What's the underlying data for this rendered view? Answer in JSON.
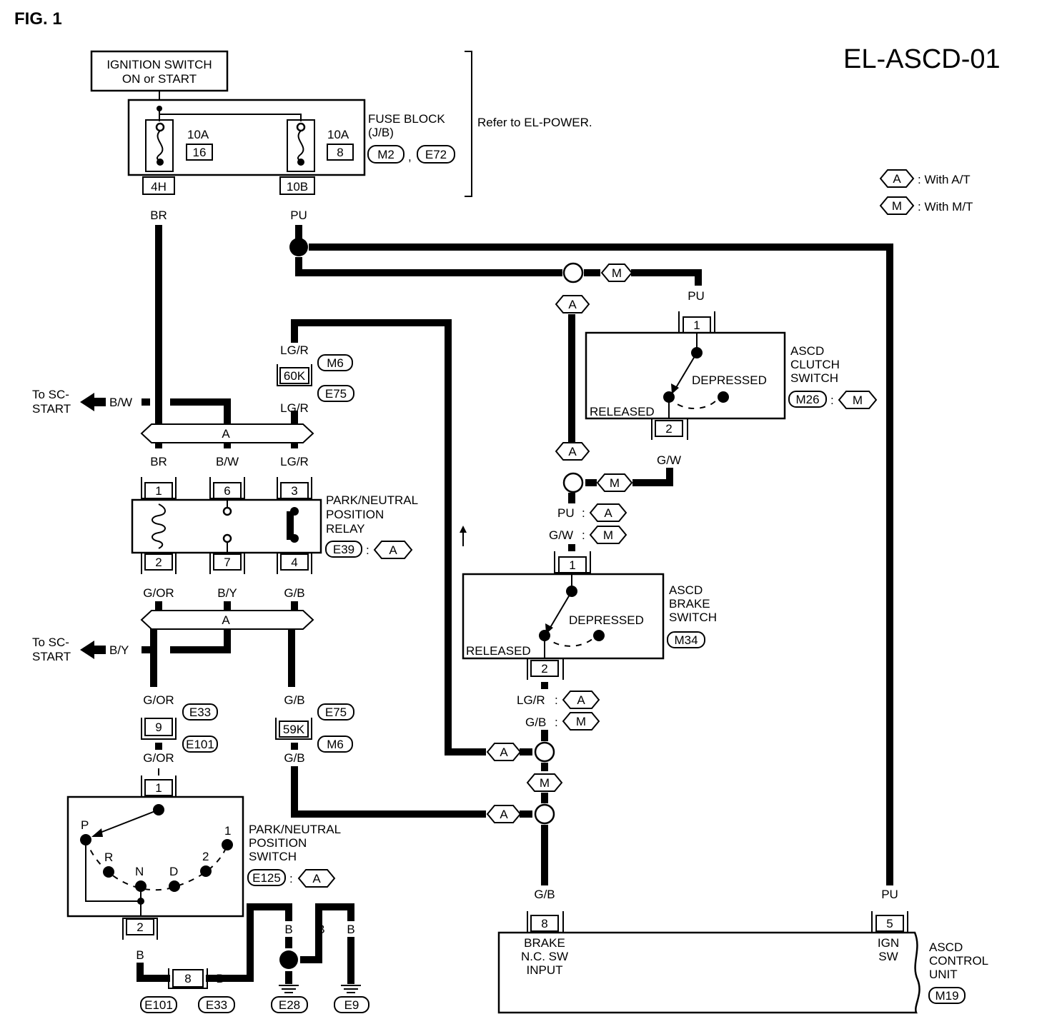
{
  "fig_label": "FIG. 1",
  "diagram_id": "EL-ASCD-01",
  "ignition": {
    "line1": "IGNITION SWITCH",
    "line2": "ON or START"
  },
  "fuse_block": {
    "line1": "FUSE BLOCK",
    "line2": "(J/B)",
    "connector_1": "M2",
    "sep": ",",
    "connector_2": "E72",
    "refer": "Refer to EL-POWER.",
    "fuse_left": {
      "rating": "10A",
      "number": "16",
      "terminal": "4H"
    },
    "fuse_right": {
      "rating": "10A",
      "number": "8",
      "terminal": "10B"
    }
  },
  "legend": [
    {
      "code": "A",
      "text": ": With A/T"
    },
    {
      "code": "M",
      "text": ": With M/T"
    }
  ],
  "wire_colors": {
    "br_top": "BR",
    "pu_top": "PU",
    "lg_r_1": "LG/R",
    "lg_r_2": "LG/R",
    "b_w_start": "B/W",
    "br_relay": "BR",
    "b_w_relay": "B/W",
    "lg_r_relay": "LG/R",
    "g_or_relay": "G/OR",
    "b_y_relay": "B/Y",
    "g_b_relay": "G/B",
    "b_y_start": "B/Y",
    "g_or_1": "G/OR",
    "g_or_2": "G/OR",
    "g_b_1": "G/B",
    "g_b_2": "G/B",
    "b_sw": "B",
    "b_joint": "B",
    "b_e28": "B",
    "b_loop": "B",
    "b_e9": "B",
    "pu_clutch": "PU",
    "g_w_clutch": "G/W",
    "pu_a": "PU",
    "g_w_m": "G/W",
    "lg_r_a": "LG/R",
    "g_b_m": "G/B",
    "g_b_unit": "G/B",
    "pu_unit": "PU"
  },
  "to_sc_start": {
    "line1": "To SC-",
    "line2": "START"
  },
  "connectors": {
    "m6_a": "M6",
    "e75_a": "E75",
    "c60k": "60K",
    "e75_b": "E75",
    "m6_b": "M6",
    "c59k": "59K",
    "e33_a": "E33",
    "e101_a": "E101",
    "c9": "9",
    "e101_b": "E101",
    "e33_b": "E33",
    "c8": "8",
    "e28": "E28",
    "e9": "E9"
  },
  "joint_a_label": "A",
  "relay": {
    "name_1": "PARK/NEUTRAL",
    "name_2": "POSITION",
    "name_3": "RELAY",
    "connector": "E39",
    "variant": "A",
    "pins_top": [
      "1",
      "6",
      "3"
    ],
    "pins_bottom": [
      "2",
      "7",
      "4"
    ]
  },
  "pn_switch": {
    "name_1": "PARK/NEUTRAL",
    "name_2": "POSITION",
    "name_3": "SWITCH",
    "connector": "E125",
    "variant": "A",
    "pin_top": "1",
    "pin_bottom": "2",
    "positions": [
      "P",
      "R",
      "N",
      "D",
      "2",
      "1"
    ]
  },
  "clutch_switch": {
    "name_1": "ASCD",
    "name_2": "CLUTCH",
    "name_3": "SWITCH",
    "connector": "M26",
    "variant": "M",
    "pin_top": "1",
    "pin_bottom": "2",
    "depressed": "DEPRESSED",
    "released": "RELEASED"
  },
  "brake_switch": {
    "name_1": "ASCD",
    "name_2": "BRAKE",
    "name_3": "SWITCH",
    "connector": "M34",
    "pin_top": "1",
    "pin_bottom": "2",
    "depressed": "DEPRESSED",
    "released": "RELEASED"
  },
  "control_unit": {
    "name_1": "ASCD",
    "name_2": "CONTROL",
    "name_3": "UNIT",
    "connector": "M19",
    "pin_left": "8",
    "pin_right": "5",
    "left_1": "BRAKE",
    "left_2": "N.C. SW",
    "left_3": "INPUT",
    "right_1": "IGN",
    "right_2": "SW"
  },
  "variant_tags": {
    "m_top": "M",
    "a_top": "A",
    "a_mid": "A",
    "m_mid": "M",
    "a_pu": "A",
    "m_gw": "M",
    "a_lgr": "A",
    "m_gb": "M",
    "a_bot1": "A",
    "m_bot": "M",
    "a_bot2": "A"
  },
  "sep_colon": ":"
}
